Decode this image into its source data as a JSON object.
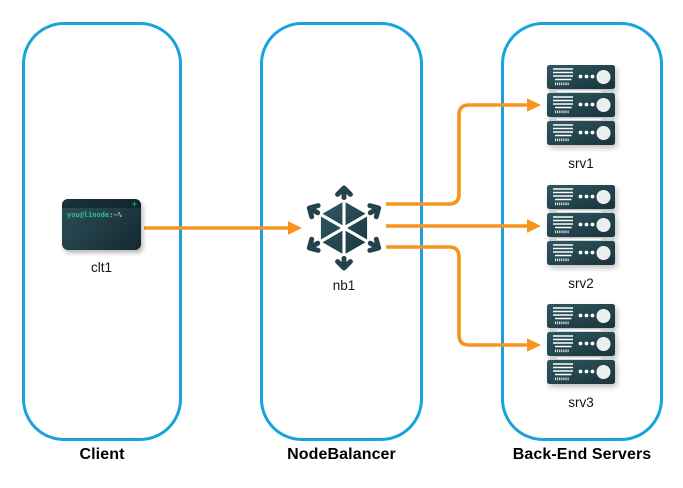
{
  "columns": [
    {
      "title": "Client",
      "nodes": [
        {
          "label": "clt1",
          "icon": "terminal-icon"
        }
      ]
    },
    {
      "title": "NodeBalancer",
      "nodes": [
        {
          "label": "nb1",
          "icon": "nodebalancer-icon"
        }
      ]
    },
    {
      "title": "Back-End Servers",
      "nodes": [
        {
          "label": "srv1",
          "icon": "server-stack-icon"
        },
        {
          "label": "srv2",
          "icon": "server-stack-icon"
        },
        {
          "label": "srv3",
          "icon": "server-stack-icon"
        }
      ]
    }
  ],
  "terminal": {
    "prompt_user": "you@linode",
    "prompt_tail": ":~%",
    "window_control": "+"
  },
  "edges": [
    {
      "from": "clt1",
      "to": "nb1"
    },
    {
      "from": "nb1",
      "to": "srv1"
    },
    {
      "from": "nb1",
      "to": "srv2"
    },
    {
      "from": "nb1",
      "to": "srv3"
    }
  ],
  "colors": {
    "column_border": "#17A3DC",
    "edge_arrow": "#F7941E",
    "icon_dark_teal": "#25434C",
    "terminal_green": "#00B159",
    "label_text": "#141414",
    "background": "#FFFFFF"
  }
}
